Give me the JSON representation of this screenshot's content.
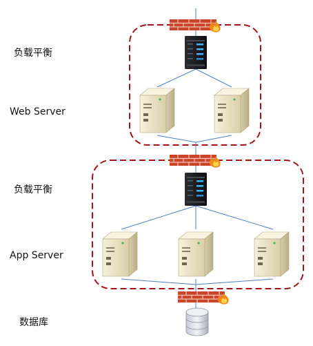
{
  "labels": {
    "lb1": "负载平衡",
    "web": "Web Server",
    "lb2": "负载平衡",
    "app": "App Server",
    "db": "数据库"
  },
  "colors": {
    "dashed_border": "#a01418",
    "wire": "#4f7fc0",
    "firewall": "#c9452a",
    "flame": "#f08a1c",
    "server_body": "#efe6c8",
    "db_body": "#d9dde6"
  },
  "icons": {
    "firewall": "brick-firewall-icon",
    "load_balancer": "rack-server-icon",
    "server": "tower-server-icon",
    "database": "database-cylinder-icon"
  }
}
